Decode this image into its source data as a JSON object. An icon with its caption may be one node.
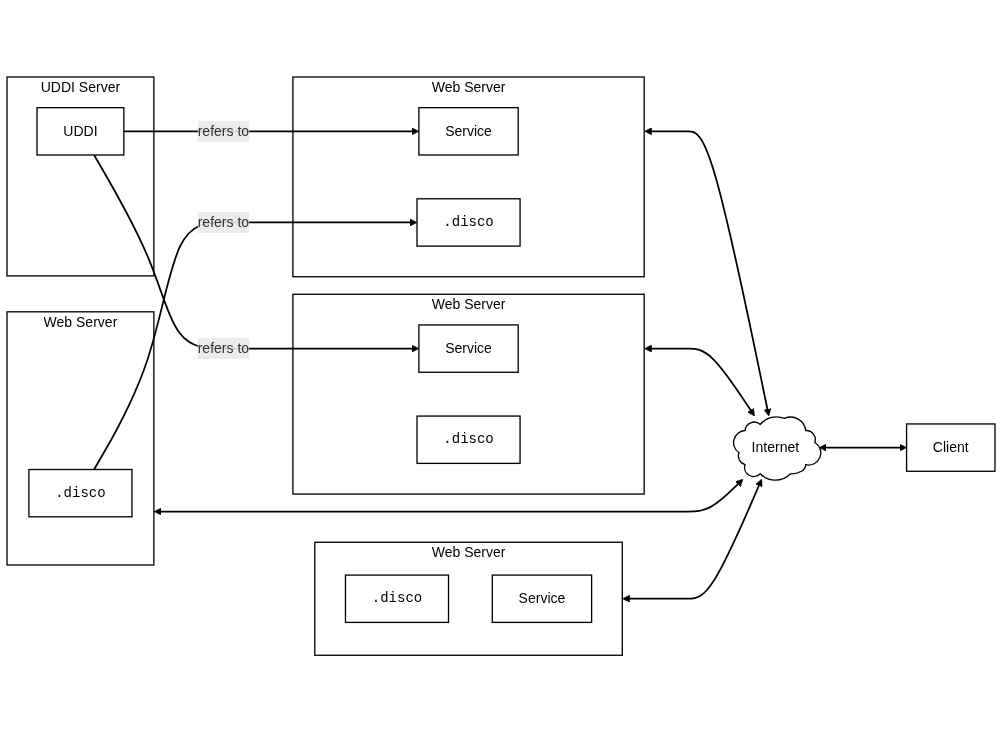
{
  "diagram": {
    "nodes": [
      {
        "text": [
          "Web Server"
        ]
      },
      {
        "text": [
          "Service"
        ],
        "in": 0
      },
      {
        "text": [
          ".disco"
        ],
        "in": 0
      },
      {
        "text": [
          "UDDI Server"
        ]
      },
      {
        "text": [
          "UDDI"
        ],
        "in": 3
      },
      {
        "text": [
          "Web Server"
        ]
      },
      {
        "text": [
          "Service"
        ],
        "in": 5
      },
      {
        "text": [
          ".disco"
        ],
        "in": 5
      },
      {
        "text": [
          "Web Server"
        ]
      },
      {
        "text": [
          ".disco"
        ],
        "in": 8
      },
      {
        "text": [
          "Internet"
        ]
      },
      {
        "text": [
          "Web Server"
        ]
      },
      {
        "text": [
          ".disco"
        ],
        "in": 11
      },
      {
        "text": [
          "Service"
        ],
        "in": 11
      },
      {
        "text": [
          "Client"
        ]
      }
    ],
    "edges": [
      {
        "from": 4,
        "to": 1,
        "arrow": "to",
        "label": "refers to"
      },
      {
        "from": 4,
        "to": 6,
        "arrow": "to",
        "label": "refers to"
      },
      {
        "from": 9,
        "to": 2,
        "arrow": "to",
        "label": "refers to"
      },
      {
        "from": 0,
        "to": 10,
        "arrow": "both"
      },
      {
        "from": 5,
        "to": 10,
        "arrow": "both"
      },
      {
        "from": 8,
        "to": 10,
        "arrow": "both"
      },
      {
        "from": 11,
        "to": 10,
        "arrow": "both"
      },
      {
        "from": 10,
        "to": 14,
        "arrow": "both"
      }
    ]
  }
}
